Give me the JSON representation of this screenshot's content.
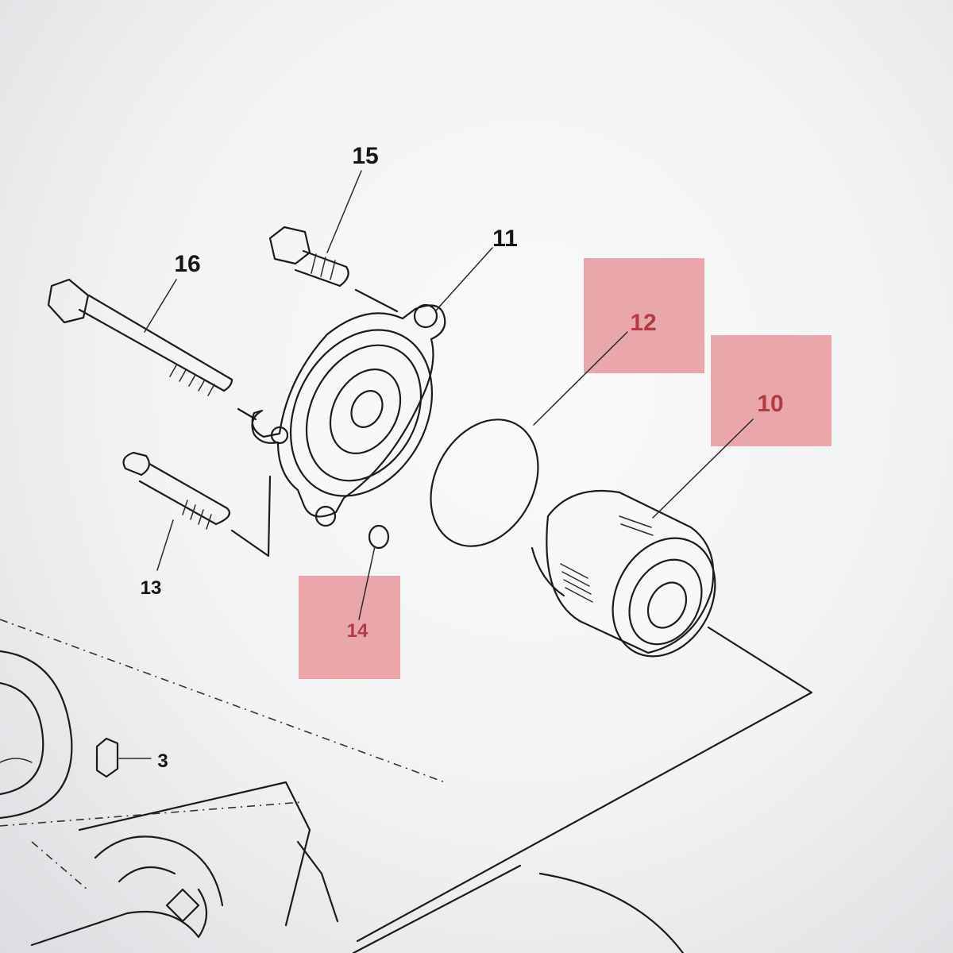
{
  "diagram": {
    "callouts": {
      "c15": "15",
      "c11": "11",
      "c16": "16",
      "c12": "12",
      "c10": "10",
      "c13": "13",
      "c14": "14",
      "c3": "3"
    },
    "highlighted": [
      "12",
      "10",
      "14"
    ],
    "highlight_color": "#e8999d"
  }
}
